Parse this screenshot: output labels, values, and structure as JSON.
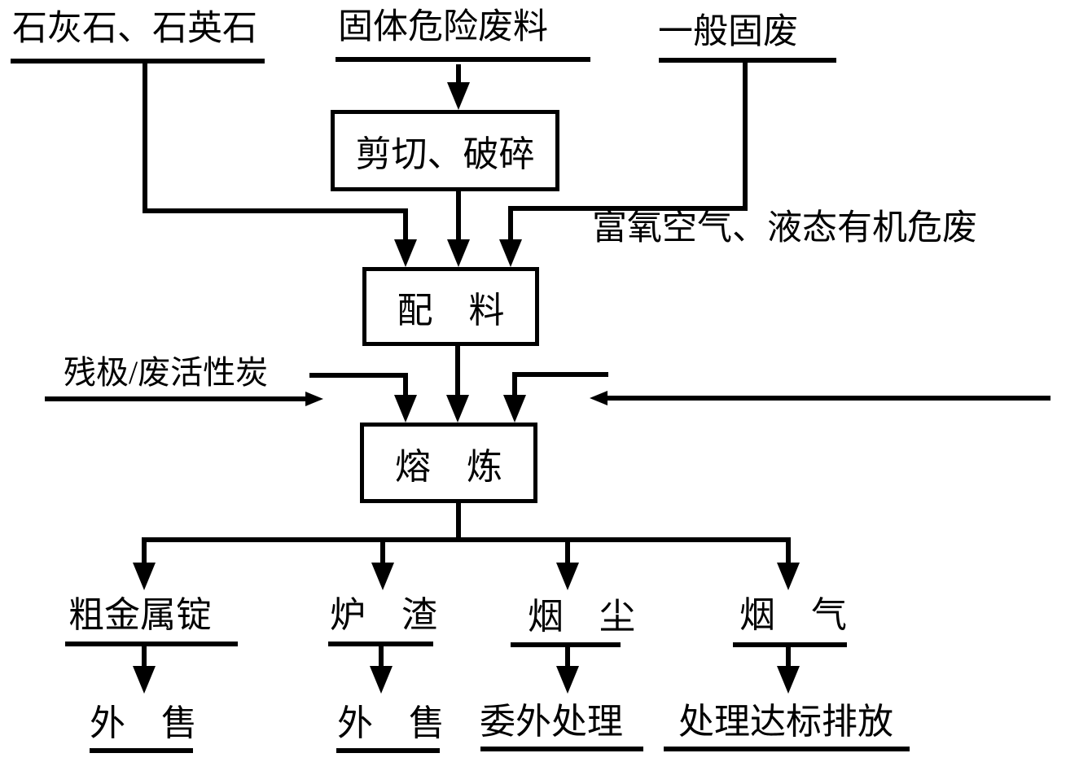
{
  "diagram": {
    "title_implied": "固废处理熔炼工艺流程图",
    "colors": {
      "line": "#000000",
      "background": "#ffffff",
      "text": "#000000"
    },
    "sources": {
      "limestone": "石灰石、石英石",
      "solid_hazardous": "固体危险废料",
      "general_solid": "一般固废"
    },
    "side_inputs": {
      "oxygen_air": "富氧空气、液态有机危废",
      "residue_carbon": "残极/废活性炭"
    },
    "process_boxes": {
      "shear_crush": "剪切、破碎",
      "batching": "配　料",
      "smelting": "熔　炼"
    },
    "outputs": {
      "metal_ingot": "粗金属锭",
      "slag": "炉　渣",
      "dust": "烟　尘",
      "flue_gas": "烟　气"
    },
    "dispositions": {
      "sale_ingot": "外　售",
      "sale_slag": "外　售",
      "outsourced": "委外处理",
      "discharge": "处理达标排放"
    }
  }
}
